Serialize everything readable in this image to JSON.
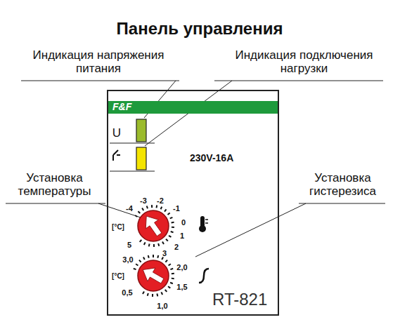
{
  "diagram": {
    "title": "Панель управления",
    "nodes": [
      {
        "text": [
          "230V-16A",
          "RT-821"
        ]
      },
      {
        "text": [
          "F&F"
        ],
        "in": 0
      }
    ],
    "labels": [
      "Индикация напряжения питания",
      "Индикация подключения нагрузки",
      "Установка температуры",
      "Установка гистерезиса",
      "U",
      "[°C]",
      "-4",
      "-3",
      "-2",
      "-1",
      "0",
      "1",
      "2",
      "3",
      "5",
      "[°C]",
      "3,0",
      "2,0",
      "1,5",
      "1,0",
      "0,5"
    ]
  }
}
